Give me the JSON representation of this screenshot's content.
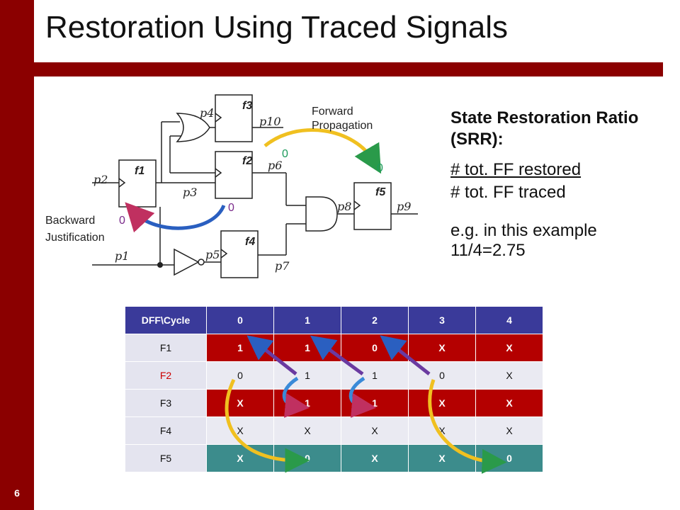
{
  "title": "Restoration Using Traced Signals",
  "page_number": "6",
  "colors": {
    "bar": "#8b0000",
    "header_row": "#3a3a9a",
    "traced_red": "#b40000",
    "traced_teal": "#3c8c8c",
    "zero_green": "#1a9a5a",
    "zero_purple": "#7a2a8a",
    "forward_arrow": "#f0c020",
    "backward_arrow": "#2a5fc0"
  },
  "srr": {
    "heading": "State Restoration Ratio (SRR):",
    "numerator": "# tot. FF restored",
    "denominator": "# tot. FF traced",
    "example": "e.g. in this example 11/4=2.75"
  },
  "circuit": {
    "flipflops": [
      "f1",
      "f2",
      "f3",
      "f4",
      "f5"
    ],
    "signals": [
      "p1",
      "p2",
      "p3",
      "p4",
      "p5",
      "p6",
      "p7",
      "p8",
      "p9",
      "p10"
    ],
    "forward_label": "Forward Propagation",
    "backward_label_1": "Backward",
    "backward_label_2": "Justification",
    "value_zero": "0"
  },
  "table": {
    "header": [
      "DFF\\Cycle",
      "0",
      "1",
      "2",
      "3",
      "4"
    ],
    "rows": [
      {
        "name": "F1",
        "name_color": "#111111",
        "cells": [
          "1",
          "1",
          "0",
          "X",
          "X"
        ],
        "bg": [
          "red",
          "red",
          "red",
          "red",
          "red"
        ]
      },
      {
        "name": "F2",
        "name_color": "#cc0000",
        "cells": [
          "0",
          "1",
          "1",
          "0",
          "X"
        ],
        "bg": [
          "light",
          "light",
          "light",
          "light",
          "light"
        ]
      },
      {
        "name": "F3",
        "name_color": "#111111",
        "cells": [
          "X",
          "1",
          "1",
          "X",
          "X"
        ],
        "bg": [
          "red",
          "red",
          "red",
          "red",
          "red"
        ]
      },
      {
        "name": "F4",
        "name_color": "#111111",
        "cells": [
          "X",
          "X",
          "X",
          "X",
          "X"
        ],
        "bg": [
          "light",
          "light",
          "light",
          "light",
          "light"
        ]
      },
      {
        "name": "F5",
        "name_color": "#111111",
        "cells": [
          "X",
          "0",
          "X",
          "X",
          "0"
        ],
        "bg": [
          "teal",
          "teal",
          "teal",
          "teal",
          "teal"
        ]
      }
    ]
  }
}
